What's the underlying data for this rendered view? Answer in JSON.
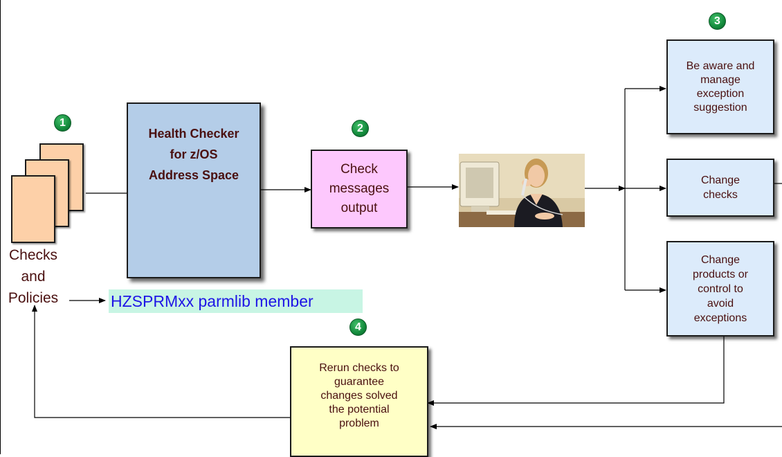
{
  "steps": [
    "1",
    "2",
    "3",
    "4"
  ],
  "checks_policies": {
    "line1": "Checks",
    "line2": "and",
    "line3": "Policies"
  },
  "health_checker": {
    "line1": "Health Checker",
    "line2": "for z/OS",
    "line3": "Address Space"
  },
  "parmlib": "HZSPRMxx parmlib member",
  "check_messages": {
    "line1": "Check",
    "line2": "messages",
    "line3": "output"
  },
  "operator_image": "operator-at-computer-photo",
  "aware": {
    "line1": "Be aware and",
    "line2": "manage",
    "line3": "exception",
    "line4": "suggestion"
  },
  "change_checks": {
    "line1": "Change",
    "line2": "checks"
  },
  "change_products": {
    "line1": "Change",
    "line2": "products or",
    "line3": "control to",
    "line4": "avoid",
    "line5": "exceptions"
  },
  "rerun": {
    "line1": "Rerun checks to",
    "line2": "guarantee",
    "line3": "changes solved",
    "line4": "the potential",
    "line5": "problem"
  },
  "colors": {
    "doc_fill": "#fdd0a8",
    "health_checker_fill": "#b4cde8",
    "check_messages_fill": "#fdc8fd",
    "action_box_fill": "#dcebfb",
    "rerun_fill": "#ffffc6",
    "parmlib_bg": "#c8f5e4",
    "parmlib_text": "#1e14e6",
    "badge_green": "#138a3c",
    "text_maroon": "#4a1010"
  }
}
